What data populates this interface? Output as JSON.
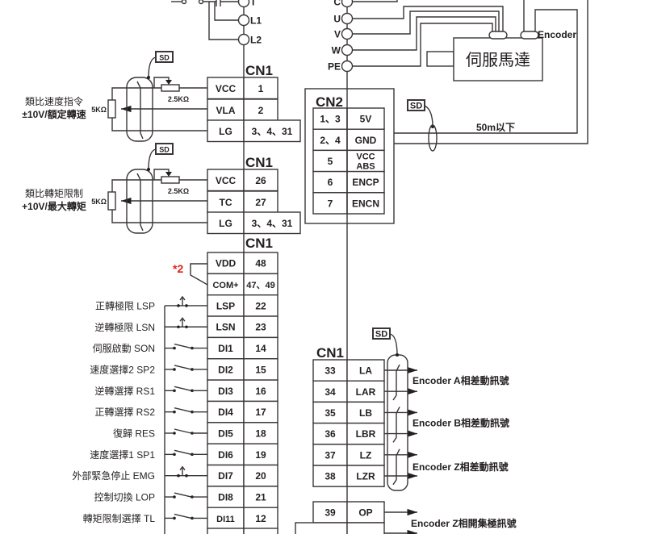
{
  "power_terminals": [
    "T",
    "L1",
    "L2"
  ],
  "motor_terminals": [
    "C",
    "U",
    "V",
    "W",
    "PE"
  ],
  "motor": {
    "label": "伺服馬達",
    "encoder_label": "Encoder"
  },
  "sd_label": "SD",
  "cable_length": "50m以下",
  "cn2": {
    "title": "CN2",
    "rows": [
      {
        "pin": "1、3",
        "signal": "5V"
      },
      {
        "pin": "2、4",
        "signal": "GND"
      },
      {
        "pin": "5",
        "signal": "VCC ABS"
      },
      {
        "pin": "6",
        "signal": "ENCP"
      },
      {
        "pin": "7",
        "signal": "ENCN"
      }
    ]
  },
  "analog_blocks": [
    {
      "title": "CN1",
      "label_line1": "類比速度指令",
      "label_line2": "±10V/額定轉速",
      "pot_outer": "5KΩ",
      "pot_inner": "2.5KΩ",
      "rows": [
        {
          "signal": "VCC",
          "pin": "1"
        },
        {
          "signal": "VLA",
          "pin": "2"
        },
        {
          "signal": "LG",
          "pin": "3、4、31"
        }
      ]
    },
    {
      "title": "CN1",
      "label_line1": "類比轉矩限制",
      "label_line2": "+10V/最大轉矩",
      "pot_outer": "5KΩ",
      "pot_inner": "2.5KΩ",
      "rows": [
        {
          "signal": "VCC",
          "pin": "26"
        },
        {
          "signal": "TC",
          "pin": "27"
        },
        {
          "signal": "LG",
          "pin": "3、4、31"
        }
      ]
    }
  ],
  "digital_inputs": {
    "title": "CN1",
    "note": "*2",
    "rows": [
      {
        "label": "",
        "signal": "VDD",
        "pin": "48",
        "switch": "none"
      },
      {
        "label": "",
        "signal": "COM+",
        "pin": "47、49",
        "switch": "none"
      },
      {
        "label": "正轉極限 LSP",
        "signal": "LSP",
        "pin": "22",
        "switch": "nc"
      },
      {
        "label": "逆轉極限 LSN",
        "signal": "LSN",
        "pin": "23",
        "switch": "nc"
      },
      {
        "label": "伺服啟動 SON",
        "signal": "DI1",
        "pin": "14",
        "switch": "no"
      },
      {
        "label": "速度選擇2 SP2",
        "signal": "DI2",
        "pin": "15",
        "switch": "no"
      },
      {
        "label": "逆轉選擇 RS1",
        "signal": "DI3",
        "pin": "16",
        "switch": "no"
      },
      {
        "label": "正轉選擇 RS2",
        "signal": "DI4",
        "pin": "17",
        "switch": "no"
      },
      {
        "label": "復歸 RES",
        "signal": "DI5",
        "pin": "18",
        "switch": "no"
      },
      {
        "label": "速度選擇1 SP1",
        "signal": "DI6",
        "pin": "19",
        "switch": "no"
      },
      {
        "label": "外部緊急停止 EMG",
        "signal": "DI7",
        "pin": "20",
        "switch": "nc"
      },
      {
        "label": "控制切換 LOP",
        "signal": "DI8",
        "pin": "21",
        "switch": "no"
      },
      {
        "label": "轉矩限制選擇 TL",
        "signal": "DI11",
        "pin": "12",
        "switch": "no"
      }
    ]
  },
  "encoder_outputs": {
    "title": "CN1",
    "rows": [
      {
        "pin": "33",
        "signal": "LA"
      },
      {
        "pin": "34",
        "signal": "LAR"
      },
      {
        "pin": "35",
        "signal": "LB"
      },
      {
        "pin": "36",
        "signal": "LBR"
      },
      {
        "pin": "37",
        "signal": "LZ"
      },
      {
        "pin": "38",
        "signal": "LZR"
      }
    ],
    "labels": [
      "Encoder A相差動訊號",
      "Encoder B相差動訊號",
      "Encoder Z相差動訊號"
    ],
    "oc_rows": [
      {
        "pin": "39",
        "signal": "OP"
      }
    ],
    "oc_label": "Encoder Z相開集極訊號"
  }
}
